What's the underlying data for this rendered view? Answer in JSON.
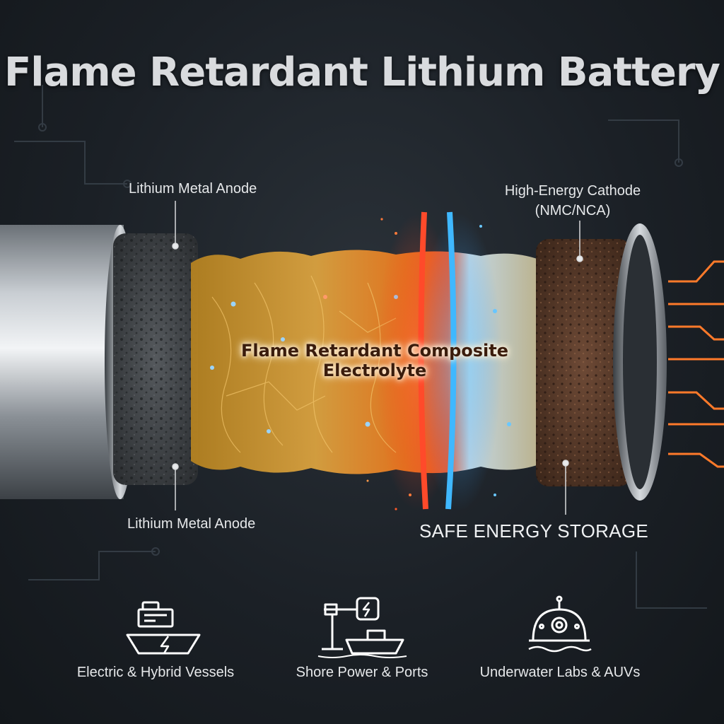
{
  "title": "Flame Retardant Lithium Battery",
  "labels": {
    "anode_top": "Lithium Metal Anode",
    "anode_bottom": "Lithium Metal Anode",
    "cathode_line1": "High-Energy Cathode",
    "cathode_line2": "(NMC/NCA)",
    "electrolyte_line1": "Flame Retardant Composite",
    "electrolyte_line2": "Electrolyte",
    "safe": "SAFE ENERGY STORAGE"
  },
  "applications": [
    {
      "label": "Electric & Hybrid Vessels",
      "icon": "ship-bolt-icon"
    },
    {
      "label": "Shore Power & Ports",
      "icon": "port-crane-icon"
    },
    {
      "label": "Underwater Labs & AUVs",
      "icon": "submersible-icon"
    }
  ],
  "colors": {
    "hot": "#ff4a2a",
    "cold": "#3fb8ff",
    "circuit": "#ff7a2a",
    "electrolyte": "#d89a2a"
  }
}
